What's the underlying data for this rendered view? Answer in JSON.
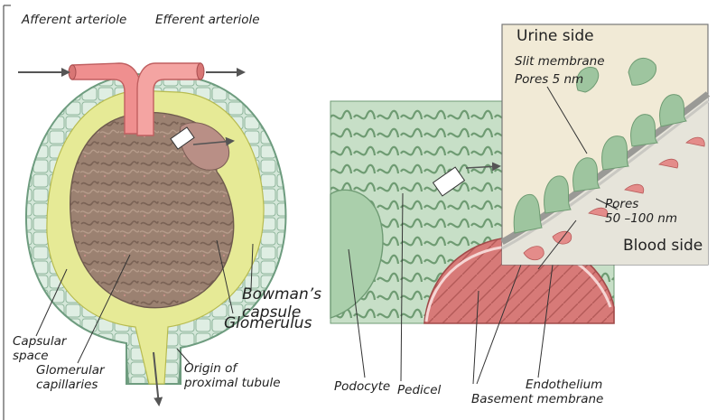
{
  "labels": {
    "afferent": "Afferent arteriole",
    "efferent": "Efferent arteriole",
    "capsular_space": "Capsular\nspace",
    "glomerular_capillaries": "Glomerular\ncapillaries",
    "glomerulus": "Glomerulus",
    "bowmans_capsule": "Bowman’s\ncapsule",
    "proximal_tubule": "Origin of\nproximal tubule",
    "podocyte": "Podocyte",
    "pedicel": "Pedicel",
    "basement_membrane": "Basement membrane",
    "endothelium": "Endothelium",
    "urine_side": "Urine side",
    "slit_membrane": "Slit membrane",
    "pores_slit": "Pores 5 nm",
    "pores_endo": "Pores\n50 –100 nm",
    "blood_side": "Blood side"
  },
  "colors": {
    "capsule_wall": "#cfe3d6",
    "capsular_space_fill": "#e9ec9a",
    "capillary_tuft": "#9a7f6f",
    "arteriole": "#ee8e8e",
    "podocyte_green": "#9fc59f",
    "endothelium_red": "#e58e8e",
    "em_background": "#f3ecd8",
    "blood_side_bg": "#e8e6dc"
  }
}
